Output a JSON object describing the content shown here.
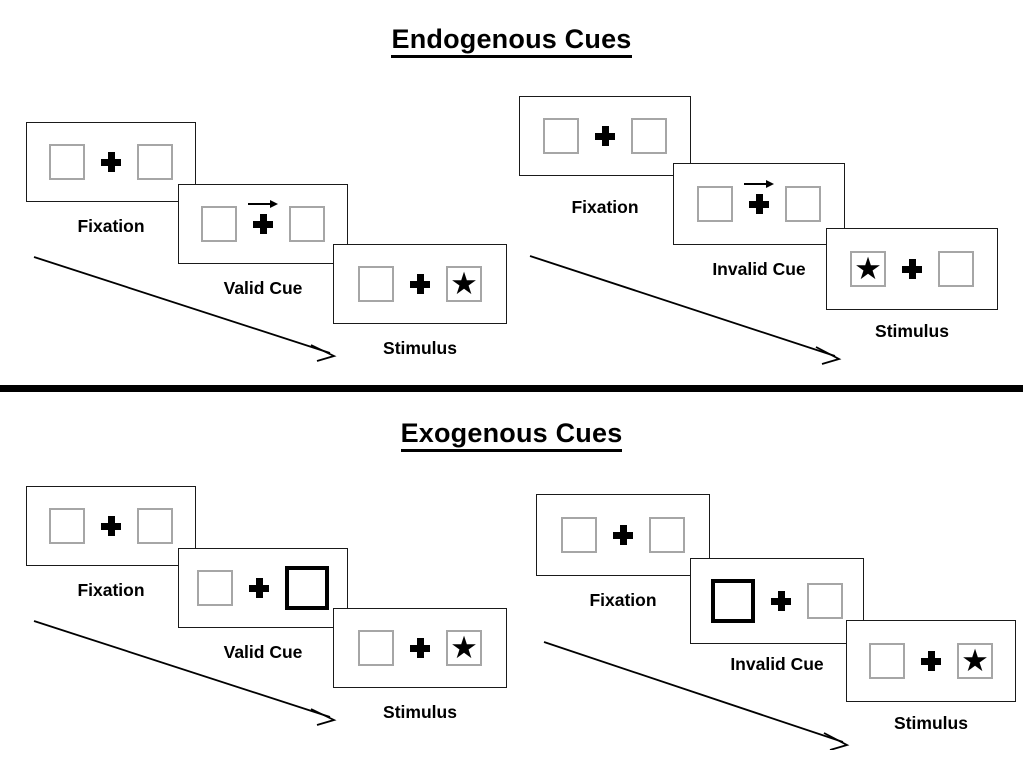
{
  "sections": [
    {
      "id": "endogenous",
      "title": "Endogenous Cues",
      "trials": [
        {
          "id": "endogenous-valid",
          "steps": [
            {
              "label": "Fixation",
              "cue_type": "none",
              "left": "empty",
              "right": "empty"
            },
            {
              "label": "Valid Cue",
              "cue_type": "arrow",
              "arrow_direction": "right",
              "left": "empty",
              "right": "empty"
            },
            {
              "label": "Stimulus",
              "cue_type": "none",
              "left": "empty",
              "right": "star"
            }
          ]
        },
        {
          "id": "endogenous-invalid",
          "steps": [
            {
              "label": "Fixation",
              "cue_type": "none",
              "left": "empty",
              "right": "empty"
            },
            {
              "label": "Invalid Cue",
              "cue_type": "arrow",
              "arrow_direction": "right",
              "left": "empty",
              "right": "empty"
            },
            {
              "label": "Stimulus",
              "cue_type": "none",
              "left": "star",
              "right": "empty"
            }
          ]
        }
      ]
    },
    {
      "id": "exogenous",
      "title": "Exogenous Cues",
      "trials": [
        {
          "id": "exogenous-valid",
          "steps": [
            {
              "label": "Fixation",
              "cue_type": "none",
              "left": "empty",
              "right": "empty"
            },
            {
              "label": "Valid Cue",
              "cue_type": "highlight",
              "highlight_side": "right",
              "left": "empty",
              "right": "cued"
            },
            {
              "label": "Stimulus",
              "cue_type": "none",
              "left": "empty",
              "right": "star"
            }
          ]
        },
        {
          "id": "exogenous-invalid",
          "steps": [
            {
              "label": "Fixation",
              "cue_type": "none",
              "left": "empty",
              "right": "empty"
            },
            {
              "label": "Invalid Cue",
              "cue_type": "highlight",
              "highlight_side": "left",
              "left": "cued",
              "right": "empty"
            },
            {
              "label": "Stimulus",
              "cue_type": "none",
              "left": "empty",
              "right": "star"
            }
          ]
        }
      ]
    }
  ],
  "symbols": {
    "star_glyph": "★",
    "fixation_cross": "plus-cross",
    "time_arrow": "diagonal-arrow-down-right"
  },
  "colors": {
    "box_border": "#a6a6a6",
    "cued_box_border": "#000000",
    "panel_border": "#1a1a1a",
    "ink": "#000000",
    "background": "#ffffff"
  }
}
